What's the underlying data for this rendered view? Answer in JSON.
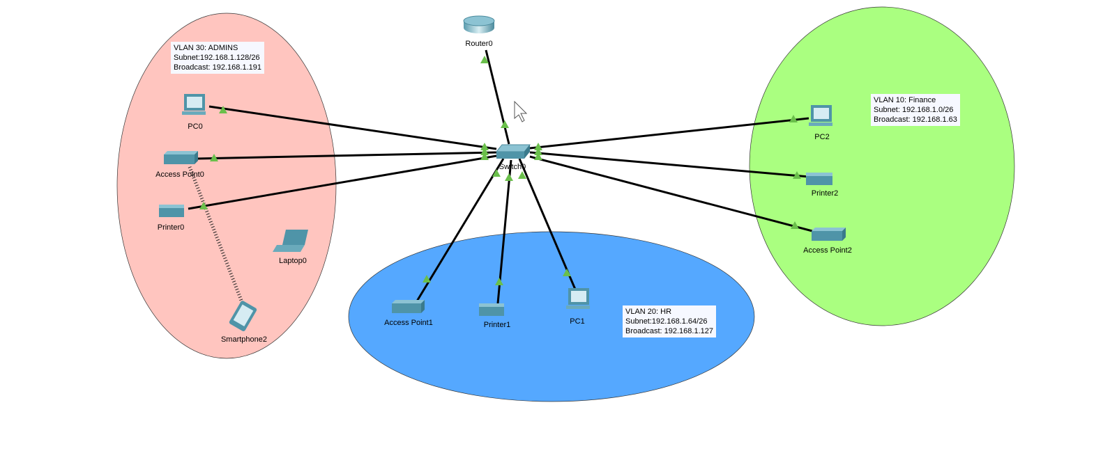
{
  "colors": {
    "vlan30": "#ffc5bf",
    "vlan20": "#55a8ff",
    "vlan10": "#aaff80",
    "link": "#000000",
    "port_up": "#6abf4b",
    "device": "#4f94a8"
  },
  "notes": {
    "vlan30": {
      "title": "VLAN 30: ADMINS",
      "subnet": "Subnet:192.168.1.128/26",
      "broadcast": "Broadcast: 192.168.1.191"
    },
    "vlan10": {
      "title": "VLAN 10: Finance",
      "subnet": "Subnet: 192.168.1.0/26",
      "broadcast": "Broadcast: 192.168.1.63"
    },
    "vlan20": {
      "title": "VLAN 20: HR",
      "subnet": "Subnet:192.168.1.64/26",
      "broadcast": "Broadcast: 192.168.1.127"
    }
  },
  "devices": {
    "router0": "Router0",
    "switch0": "Switch0",
    "pc0": "PC0",
    "ap0": "Access Point0",
    "printer0": "Printer0",
    "laptop0": "Laptop0",
    "smartphone2": "Smartphone2",
    "ap1": "Access Point1",
    "printer1": "Printer1",
    "pc1": "PC1",
    "pc2": "PC2",
    "printer2": "Printer2",
    "ap2": "Access Point2"
  }
}
